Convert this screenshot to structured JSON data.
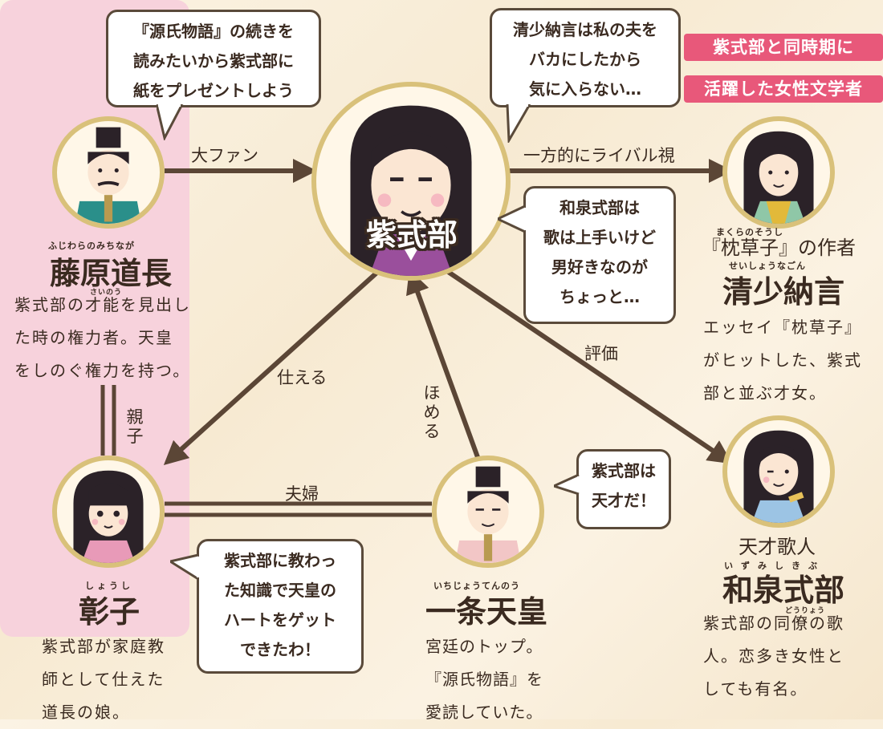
{
  "panel": {
    "title_line1": "紫式部と同時期に",
    "title_line2": "活躍した女性文学者",
    "colors": {
      "panel_bg": "#f7d2dc",
      "title_bg": "#e8587a",
      "frame": "#d9c17a",
      "arrow": "#5b4636"
    }
  },
  "murasaki": {
    "name": "紫式部"
  },
  "michinaga": {
    "ruby": "ふじわらのみちなが",
    "name": "藤原道長",
    "desc_ruby": "さいのう",
    "desc": [
      "紫式部の才能を見出し",
      "た時の権力者。天皇",
      "をしのぐ権力を持つ。"
    ],
    "bubble": [
      "『源氏物語』の続きを",
      "読みたいから紫式部に",
      "紙をプレゼントしよう"
    ]
  },
  "sei": {
    "ruby": "まくらのそうし",
    "sub": "『枕草子』の作者",
    "name_ruby": "せいしょうなごん",
    "name": "清少納言",
    "desc": [
      "エッセイ『枕草子』",
      "がヒットした、紫式",
      "部と並ぶ才女。"
    ]
  },
  "izumi": {
    "sub": "天才歌人",
    "name_ruby": "いずみしきぶ",
    "name": "和泉式部",
    "desc_ruby": "どうりょう",
    "desc": [
      "紫式部の同僚の歌",
      "人。恋多き女性と",
      "しても有名。"
    ]
  },
  "shoshi": {
    "ruby": "しょうし",
    "name": "彰子",
    "desc": [
      "紫式部が家庭教",
      "師として仕えた",
      "道長の娘。"
    ],
    "bubble": [
      "紫式部に教わっ",
      "た知識で天皇の",
      "ハートをゲット",
      "できたわ！"
    ]
  },
  "ichijo": {
    "ruby": "いちじょうてんのう",
    "name": "一条天皇",
    "desc": [
      "宮廷のトップ。",
      "『源氏物語』を",
      "愛読していた。"
    ],
    "bubble": [
      "紫式部は",
      "天才だ！"
    ]
  },
  "murasaki_bubbles": {
    "sei": [
      "清少納言は私の夫を",
      "バカにしたから",
      "気に入らない…"
    ],
    "izumi": [
      "和泉式部は",
      "歌は上手いけど",
      "男好きなのが",
      "ちょっと…"
    ]
  },
  "relations": {
    "fan": "大ファン",
    "rival": "一方的にライバル視",
    "evaluate": "評価",
    "serve": "仕える",
    "praise": "ほめる",
    "parent_child": "親子",
    "couple": "夫婦"
  }
}
